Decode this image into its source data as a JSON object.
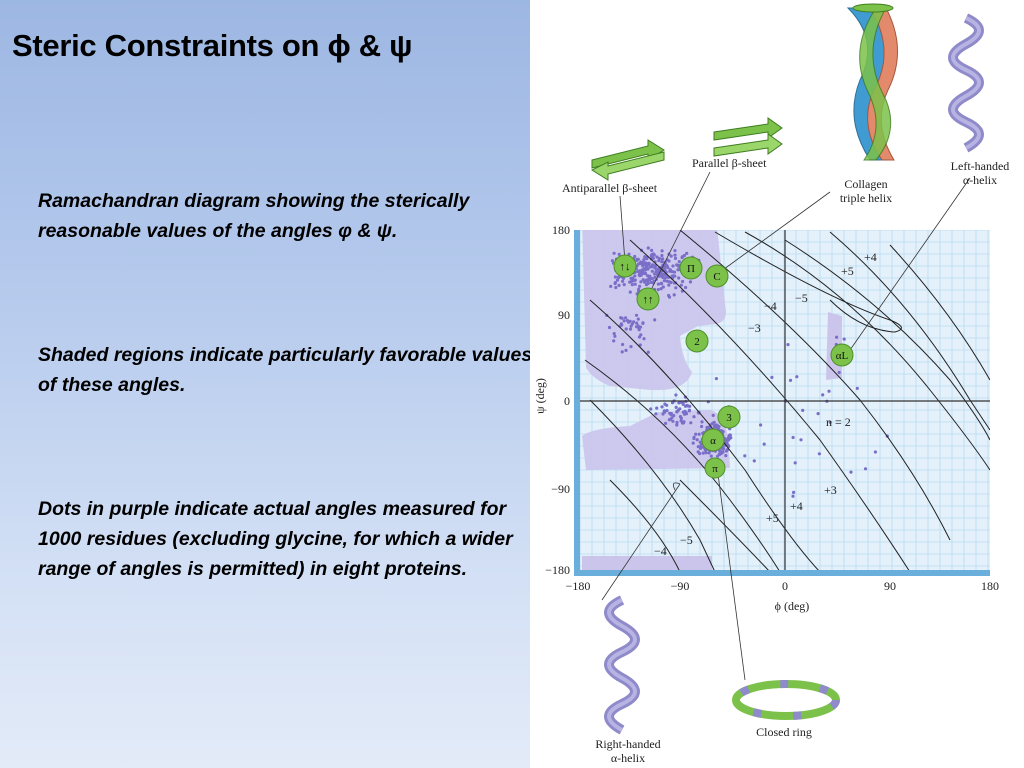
{
  "slide": {
    "title": "Steric Constraints on ϕ & ψ",
    "paragraphs": [
      "Ramachandran diagram showing the sterically reasonable values of the angles φ & ψ.",
      "Shaded regions indicate particularly favorable values of these angles.",
      "Dots in purple indicate actual angles measured for 1000 residues (excluding glycine, for which a wider range of angles is permitted) in eight proteins."
    ]
  },
  "figure": {
    "labels": {
      "antiparallel": "Antiparallel β-sheet",
      "parallel": "Parallel β-sheet",
      "collagen_1": "Collagen",
      "collagen_2": "triple helix",
      "left_helix_1": "Left-handed",
      "left_helix_2": "α-helix",
      "right_helix_1": "Right-handed",
      "right_helix_2": "α-helix",
      "closed_ring": "Closed ring"
    },
    "axes": {
      "x_label": "ϕ (deg)",
      "y_label": "ψ (deg)",
      "x_ticks": [
        "−180",
        "−90",
        "0",
        "90",
        "180"
      ],
      "y_ticks": [
        "180",
        "90",
        "0",
        "−90",
        "−180"
      ]
    },
    "region_badges": {
      "anti": "↑↓",
      "par": "↑↑",
      "pi_two": "Π",
      "collagen": "C",
      "two": "2",
      "three": "3",
      "alpha": "α",
      "pi": "π",
      "alpha_l": "αL"
    },
    "contour_labels": {
      "n2": "n = 2",
      "p4_top": "+4",
      "p5_top": "+5",
      "m5_top": "−5",
      "m4_top": "−4",
      "m3_top": "−3",
      "p3_bottom": "+3",
      "p4_bottom": "+4",
      "p5_bottom": "+5",
      "m5_bottom": "−5",
      "m4_bottom": "−4"
    }
  }
}
